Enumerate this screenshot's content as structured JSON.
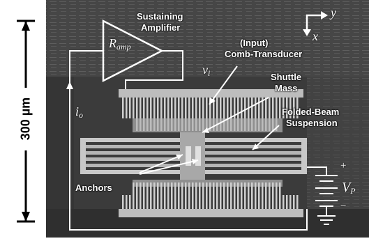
{
  "scale_bar": {
    "label": "300 µm"
  },
  "labels": {
    "amplifier_title_line1": "Sustaining",
    "amplifier_title_line2": "Amplifier",
    "amplifier_resistor": "R",
    "amplifier_resistor_sub": "amp",
    "input_line1": "(Input)",
    "input_line2": "Comb-Transducer",
    "shuttle_line1": "Shuttle",
    "shuttle_line2": "Mass",
    "folded_line1": "Folded-Beam",
    "folded_line2": "Suspension",
    "anchors": "Anchors",
    "current_out": "i",
    "current_out_sub": "o",
    "voltage_in": "v",
    "voltage_in_sub": "i",
    "bias": "V",
    "bias_sub": "P",
    "bias_plus": "+",
    "bias_minus": "−",
    "axis_y": "y",
    "axis_x": "x"
  },
  "colors": {
    "background_dark": "#3a3a3a",
    "structure": "#b9b9b9",
    "wire": "#ffffff",
    "scale": "#000000"
  }
}
